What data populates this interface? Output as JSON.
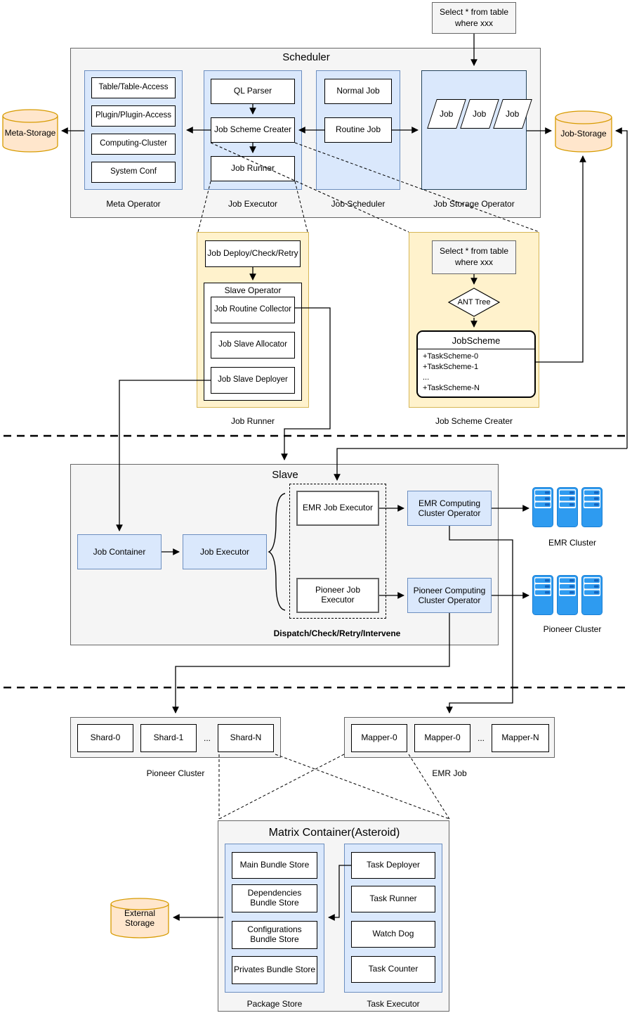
{
  "top_note": "Select * from table where xxx",
  "scheduler": {
    "title": "Scheduler",
    "meta_operator": {
      "label": "Meta Operator",
      "items": [
        "Table/Table-Access",
        "Plugin/Plugin-Access",
        "Computing-Cluster",
        "System Conf"
      ]
    },
    "job_executor": {
      "label": "Job Executor",
      "items": [
        "QL Parser",
        "Job Scheme Creater",
        "Job Runner"
      ]
    },
    "job_scheduler": {
      "label": "Job Scheduler",
      "items": [
        "Normal Job",
        "Routine Job"
      ]
    },
    "job_storage_operator": {
      "label": "Job Storage Operator",
      "jobs": [
        "Job",
        "Job",
        "Job"
      ]
    }
  },
  "storages": {
    "meta": "Meta-Storage",
    "job": "Job-Storage",
    "external": "External Storage"
  },
  "job_runner": {
    "label": "Job Runner",
    "deploy": "Job Deploy/Check/Retry",
    "slave_operator_title": "Slave Operator",
    "items": [
      "Job Routine Collector",
      "Job Slave Allocator",
      "Job Slave Deployer"
    ]
  },
  "job_scheme_creater": {
    "label": "Job Scheme Creater",
    "note": "Select * from table where xxx",
    "diamond": "ANT Tree",
    "class_title": "JobScheme",
    "class_fields": [
      "+TaskScheme-0",
      "+TaskScheme-1",
      "...",
      "+TaskScheme-N"
    ]
  },
  "slave": {
    "title": "Slave",
    "job_container": "Job Container",
    "job_executor": "Job Executor",
    "emr_job_executor": "EMR Job Executor",
    "pioneer_job_executor": "Pioneer Job Executor",
    "emr_operator": "EMR Computing Cluster Operator",
    "pioneer_operator": "Pioneer Computing Cluster Operator",
    "caption": "Dispatch/Check/Retry/Intervene",
    "emr_cluster_label": "EMR Cluster",
    "pioneer_cluster_label": "Pioneer Cluster"
  },
  "pioneer_strip": {
    "label": "Pioneer Cluster",
    "items": [
      "Shard-0",
      "Shard-1",
      "...",
      "Shard-N"
    ]
  },
  "emr_strip": {
    "label": "EMR Job",
    "items": [
      "Mapper-0",
      "Mapper-0",
      "...",
      "Mapper-N"
    ]
  },
  "matrix": {
    "title": "Matrix Container(Asteroid)",
    "package_store": {
      "label": "Package Store",
      "items": [
        "Main Bundle Store",
        "Dependencies Bundle Store",
        "Configurations Bundle Store",
        "Privates Bundle Store"
      ]
    },
    "task_executor": {
      "label": "Task Executor",
      "items": [
        "Task Deployer",
        "Task Runner",
        "Watch Dog",
        "Task Counter"
      ]
    }
  },
  "colors": {
    "box_blue_fill": "#dae8fc",
    "box_blue_border": "#6c8ebf",
    "container_gray_fill": "#f5f5f5",
    "yellow_fill": "#fff2cc",
    "yellow_border": "#d6b656",
    "cylinder_fill": "#ffe6cc",
    "cylinder_border": "#d79b00",
    "server_blue": "#2E9BF0",
    "server_dark_blue": "#1565c0"
  }
}
